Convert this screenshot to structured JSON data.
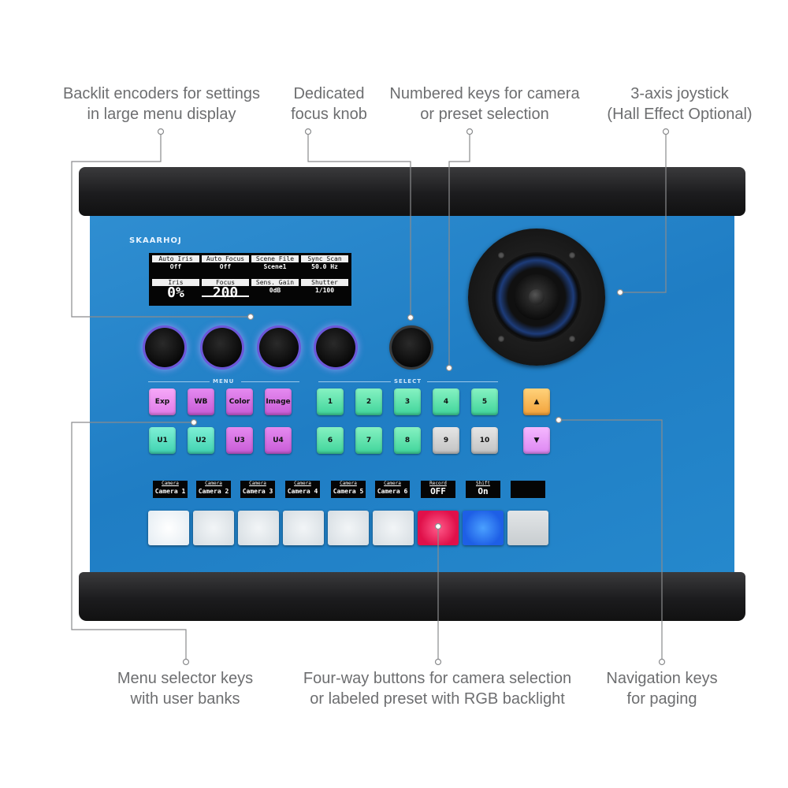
{
  "callouts": {
    "encoders": [
      "Backlit encoders for settings",
      "in large menu display"
    ],
    "focus": [
      "Dedicated",
      "focus knob"
    ],
    "numbered": [
      "Numbered keys for camera",
      "or preset selection"
    ],
    "joystick": [
      "3-axis joystick",
      "(Hall Effect Optional)"
    ],
    "menu_keys": [
      "Menu selector keys",
      "with user banks"
    ],
    "fourway": [
      "Four-way buttons for camera selection",
      "or labeled preset with RGB backlight"
    ],
    "navigation": [
      "Navigation keys",
      "for paging"
    ]
  },
  "device": {
    "brand": "SKAARHOJ",
    "menu_label": "MENU",
    "select_label": "SELECT"
  },
  "lcd": {
    "top": [
      {
        "header": "Auto Iris",
        "value": "Off"
      },
      {
        "header": "Auto Focus",
        "value": "Off"
      },
      {
        "header": "Scene File",
        "value": "Scene1"
      },
      {
        "header": "Sync Scan",
        "value": "50.0 Hz"
      }
    ],
    "bottom": [
      {
        "header": "Iris",
        "value": "0%"
      },
      {
        "header": "Focus",
        "value": "200"
      },
      {
        "header": "Sens. Gain",
        "value": "0dB"
      },
      {
        "header": "Shutter",
        "value": "1/100"
      }
    ]
  },
  "menu_keys": [
    {
      "label": "Exp",
      "color": "#f2a0f6"
    },
    {
      "label": "WB",
      "color": "#e58af0"
    },
    {
      "label": "Color",
      "color": "#e58af0"
    },
    {
      "label": "Image",
      "color": "#e58af0"
    },
    {
      "label": "U1",
      "color": "#5fe4c4"
    },
    {
      "label": "U2",
      "color": "#5fe4c4"
    },
    {
      "label": "U3",
      "color": "#e07ae8"
    },
    {
      "label": "U4",
      "color": "#e07ae8"
    }
  ],
  "select_keys": [
    {
      "label": "1"
    },
    {
      "label": "2"
    },
    {
      "label": "3"
    },
    {
      "label": "4"
    },
    {
      "label": "5"
    },
    {
      "label": "6"
    },
    {
      "label": "7"
    },
    {
      "label": "8"
    },
    {
      "label": "9"
    },
    {
      "label": "10"
    }
  ],
  "nav_keys": [
    {
      "label": "▲",
      "color": "#f7b955"
    },
    {
      "label": "▼",
      "color": "#e79af6"
    }
  ],
  "oled_labels": [
    {
      "title": "Camera",
      "value": "Camera 1"
    },
    {
      "title": "Camera",
      "value": "Camera 2"
    },
    {
      "title": "Camera",
      "value": "Camera 3"
    },
    {
      "title": "Camera",
      "value": "Camera 4"
    },
    {
      "title": "Camera",
      "value": "Camera 5"
    },
    {
      "title": "Camera",
      "value": "Camera 6"
    },
    {
      "title": "Record",
      "value": "OFF"
    },
    {
      "title": "Shift",
      "value": "On"
    },
    {
      "title": "",
      "value": ""
    }
  ],
  "four_way_colors": [
    "#f4f7fa",
    "#e7ecef",
    "#e7ecef",
    "#e7ecef",
    "#e7ecef",
    "#e7ecef",
    "#e8154f",
    "#2d6df0",
    "#d8dcdf"
  ]
}
